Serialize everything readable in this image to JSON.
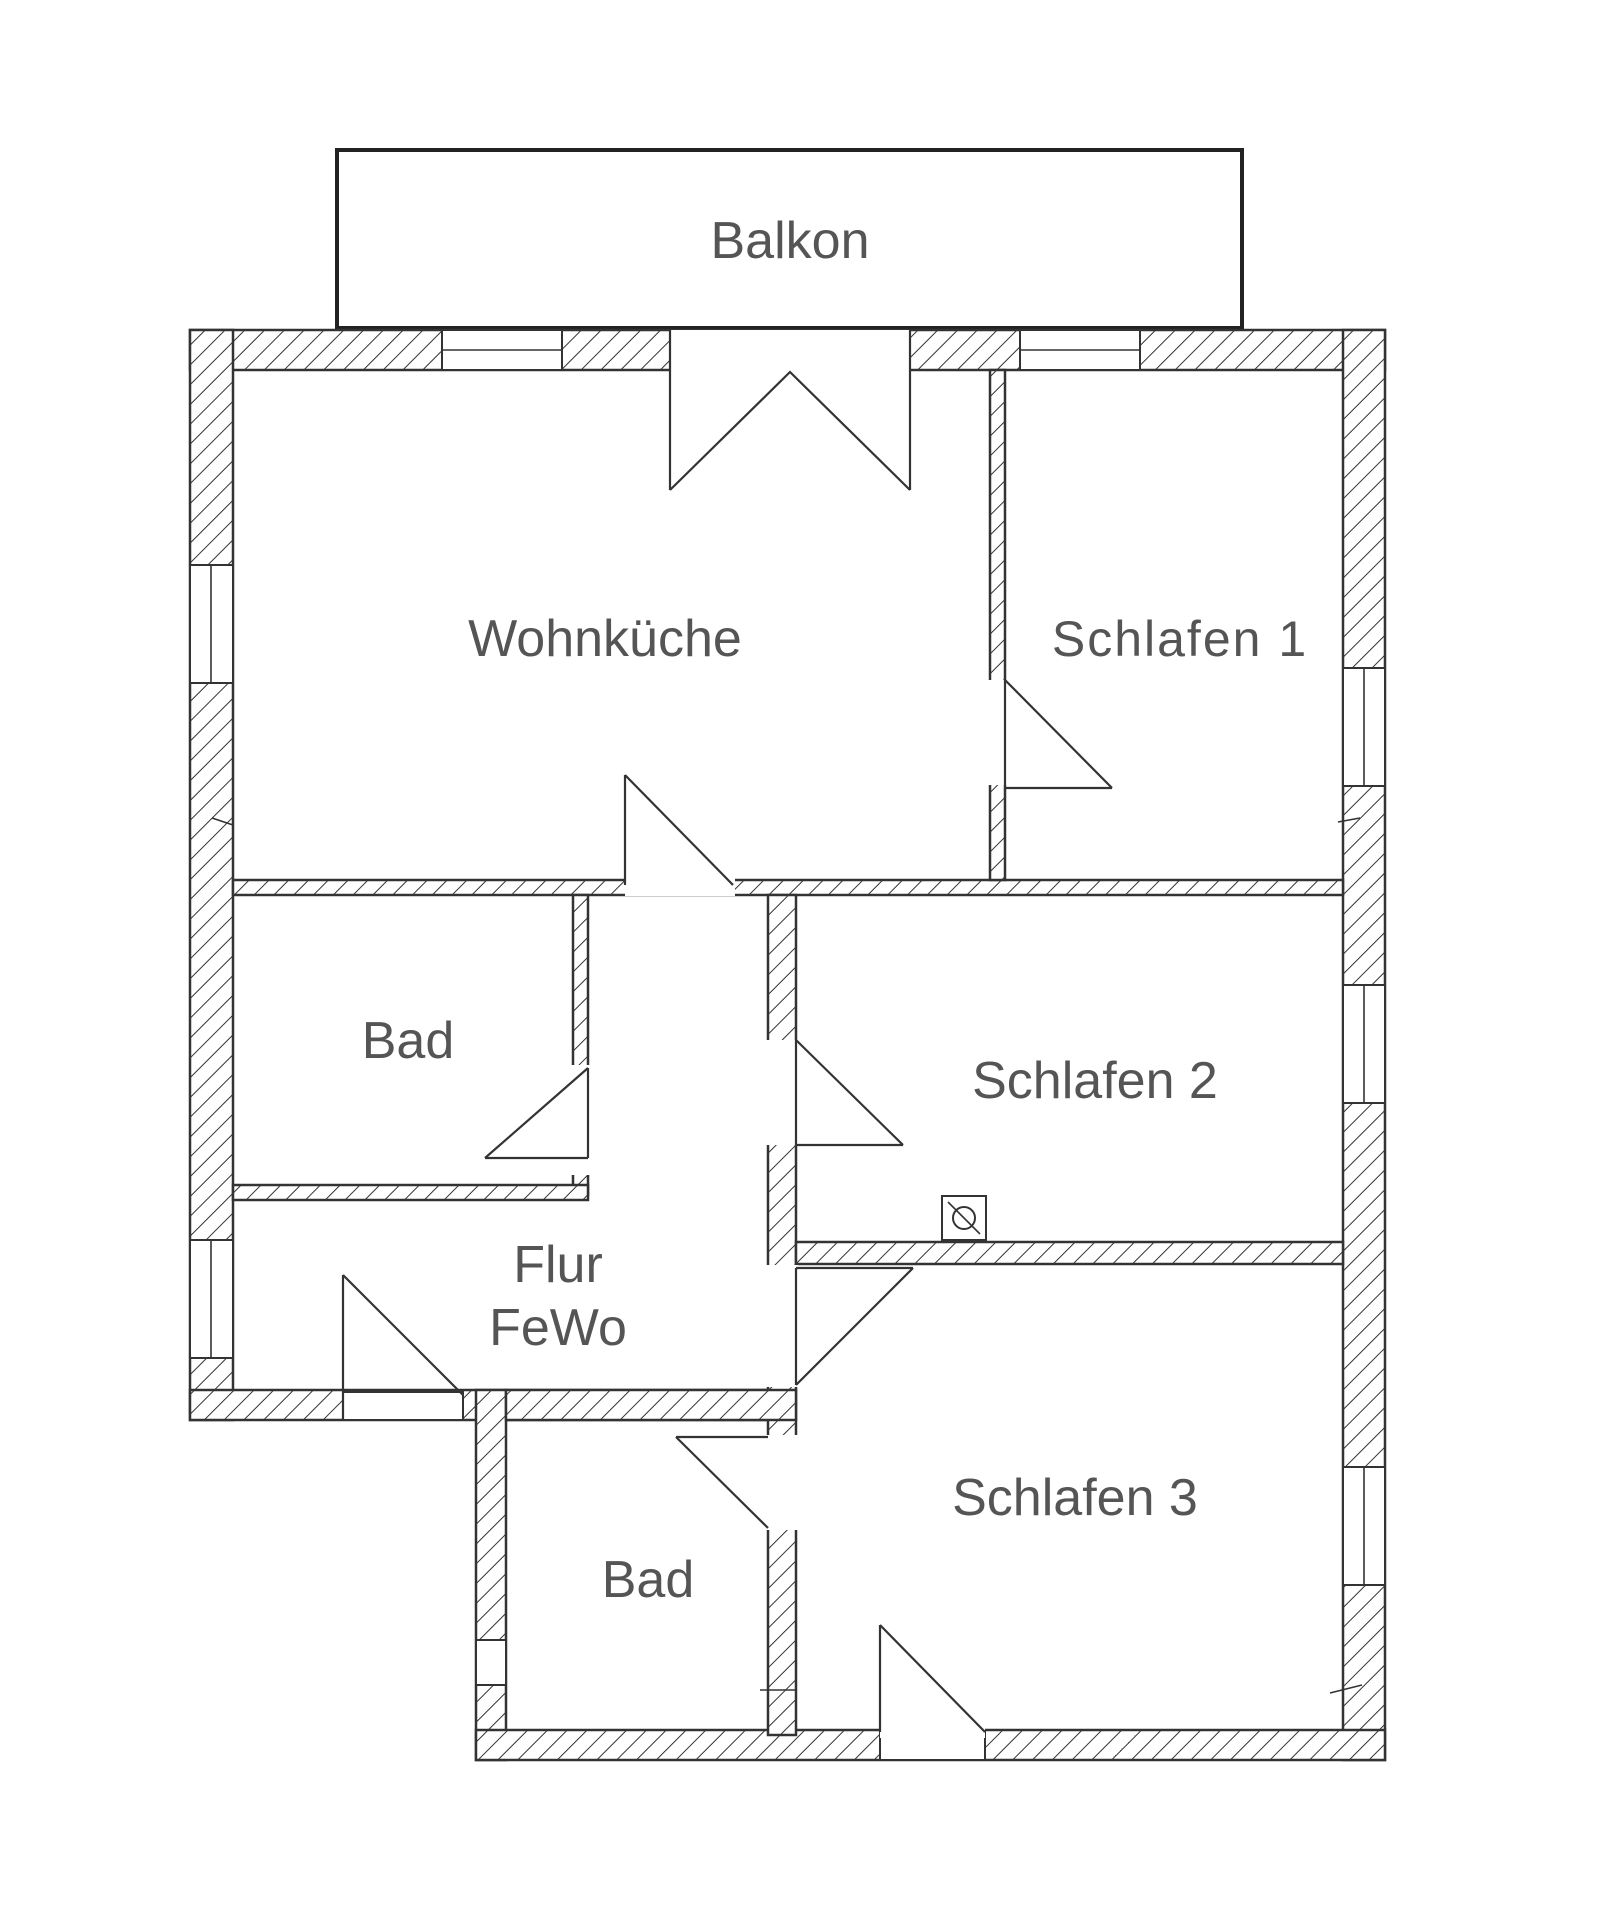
{
  "plan": {
    "rooms": {
      "balkon": "Balkon",
      "wohnkueche": "Wohnküche",
      "schlafen1": "Schlafen 1",
      "bad_top": "Bad",
      "schlafen2": "Schlafen 2",
      "flur_line1": "Flur",
      "flur_line2": "FeWo",
      "schlafen3": "Schlafen 3",
      "bad_bottom": "Bad"
    },
    "colors": {
      "line": "#333333",
      "label": "#555555",
      "background": "#ffffff"
    }
  }
}
